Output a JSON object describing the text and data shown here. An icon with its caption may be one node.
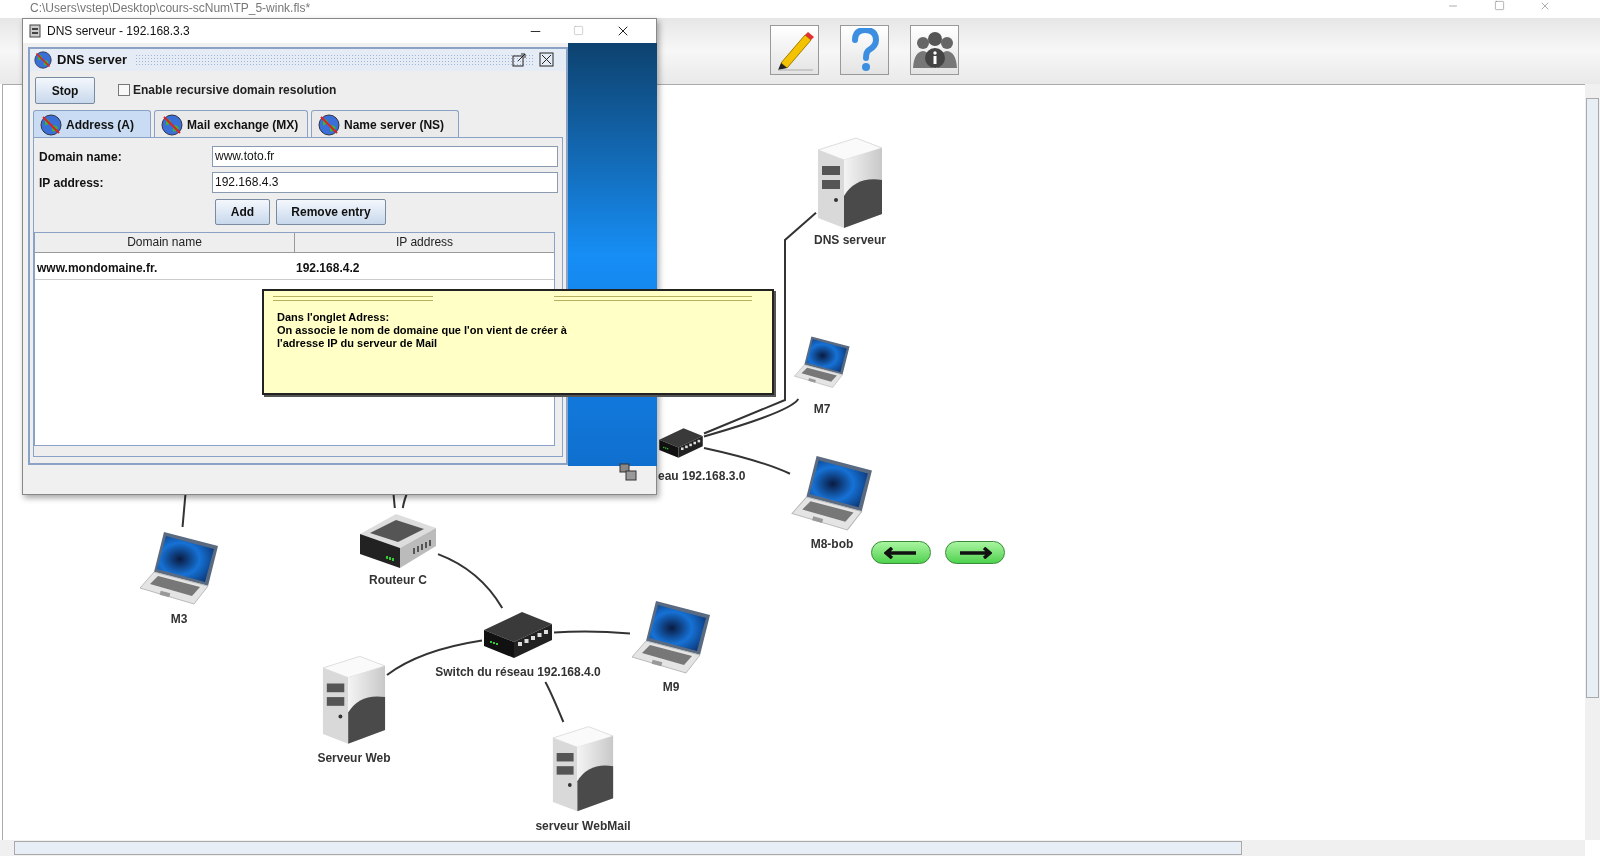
{
  "diagram": {
    "nodes": [
      {
        "text": [
          "DNS serveur"
        ]
      },
      {
        "text": [
          "Dans l'onglet Adress:",
          "On associe le nom de domaine que l'on vient de créer à l'adresse IP du serveur de Mail"
        ]
      },
      {
        "text": [
          "M7"
        ]
      },
      {
        "text": [
          "eau 192.168.3.0"
        ]
      },
      {
        "text": [
          "M8-bob"
        ]
      },
      {
        "text": [
          "M3"
        ]
      },
      {
        "text": [
          "Routeur C"
        ]
      },
      {
        "text": [
          "Switch du réseau 192.168.4.0"
        ]
      },
      {
        "text": [
          "M9"
        ]
      },
      {
        "text": [
          "Serveur Web"
        ]
      },
      {
        "text": [
          "serveur WebMail"
        ]
      }
    ],
    "edges": [
      {
        "from": 0,
        "to": 3,
        "arrow": "none"
      },
      {
        "from": 2,
        "to": 3,
        "arrow": "none"
      },
      {
        "from": 3,
        "to": 4,
        "arrow": "none"
      },
      {
        "from": null,
        "to": 5,
        "arrow": "none"
      },
      {
        "from": null,
        "to": 6,
        "arrow": "none"
      },
      {
        "from": null,
        "to": 6,
        "arrow": "none"
      },
      {
        "from": 6,
        "to": 7,
        "arrow": "none"
      },
      {
        "from": 7,
        "to": 8,
        "arrow": "none"
      },
      {
        "from": 7,
        "to": 9,
        "arrow": "none"
      },
      {
        "from": 7,
        "to": 10,
        "arrow": "none"
      }
    ],
    "labels": [
      "C:\\Users\\vstep\\Desktop\\cours-scNum\\TP_5-wink.fls*",
      "DNS serveur - 192.168.3.3",
      "DNS server",
      "Stop",
      "Enable recursive domain resolution",
      "Address (A)",
      "Mail exchange (MX)",
      "Name server (NS)",
      "Domain name:",
      "www.toto.fr",
      "IP address:",
      "192.168.4.3",
      "Add",
      "Remove entry",
      "Domain name",
      "IP address",
      "www.mondomaine.fr.",
      "192.168.4.2"
    ]
  }
}
